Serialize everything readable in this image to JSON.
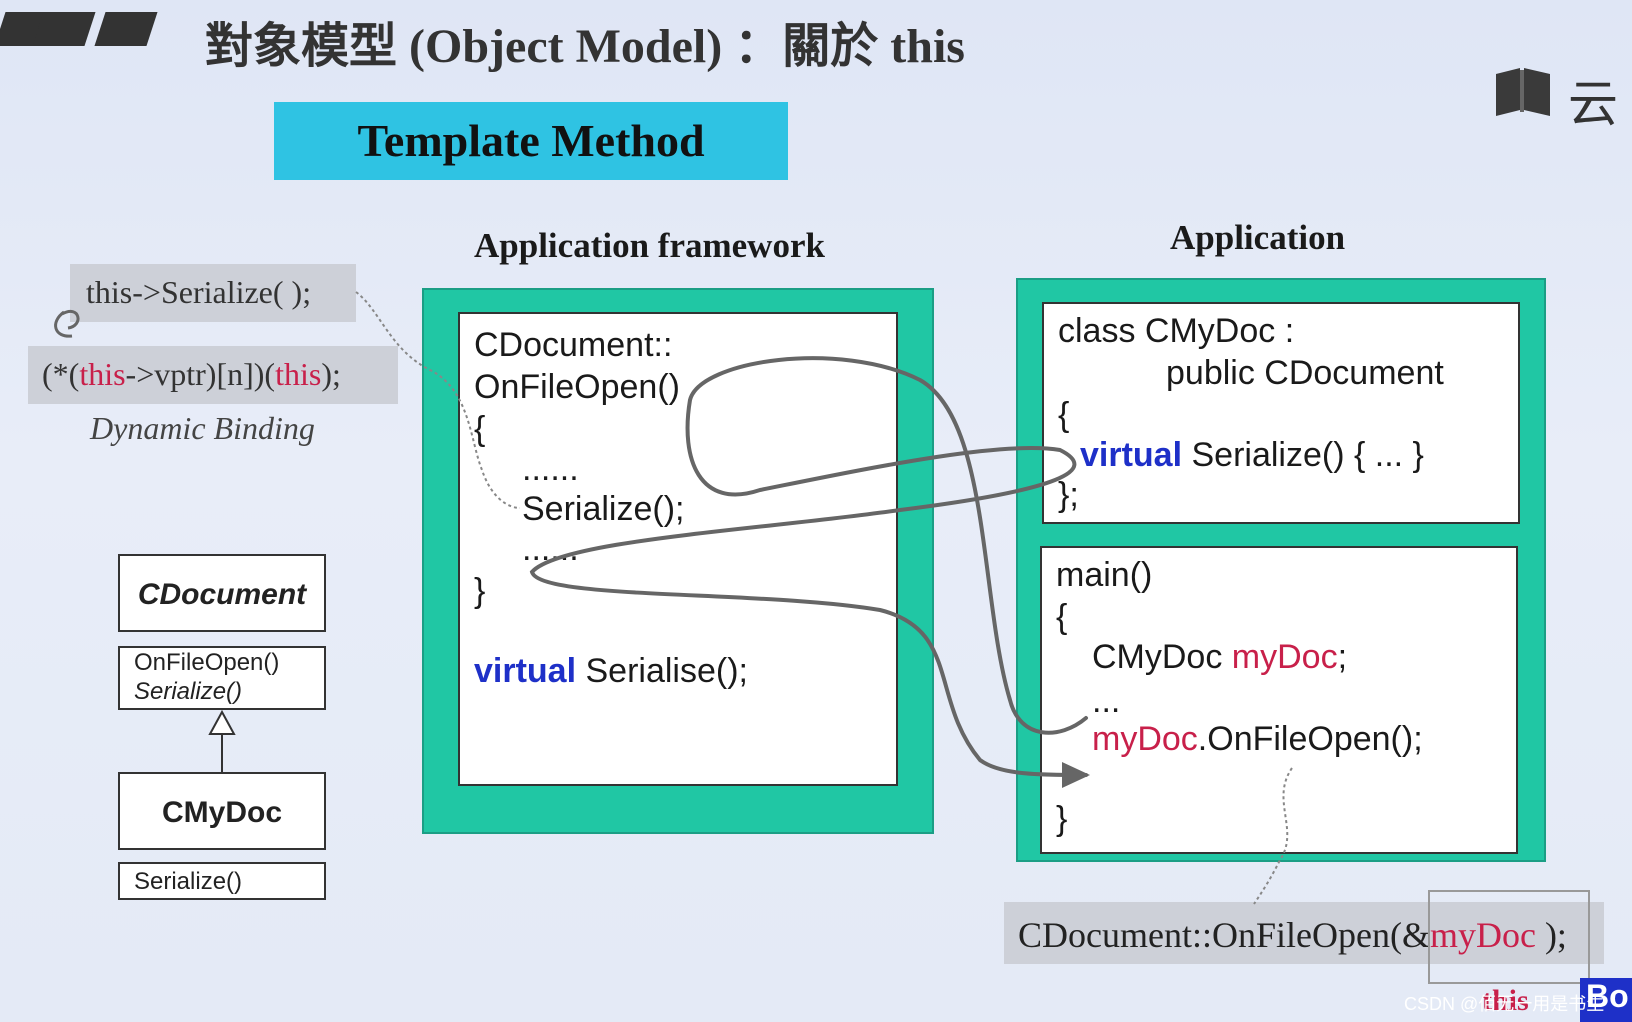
{
  "header": {
    "title_cjk": "對象模型",
    "title_latin": " (Object Model) ",
    "title_colon": "：",
    "title_cjk2": "關於",
    "title_this": " this",
    "logo_text": "云"
  },
  "banner": {
    "label": "Template Method"
  },
  "framework": {
    "heading": "Application framework",
    "lines": [
      "CDocument::",
      "OnFileOpen()",
      "{",
      "......",
      "Serialize();",
      "......",
      "}"
    ],
    "virtual_keyword": "virtual",
    "virtual_decl": " Serialise();"
  },
  "application": {
    "heading": "Application",
    "class_box": {
      "line1": "class CMyDoc :",
      "line2": "public CDocument",
      "open": "{",
      "virtual_keyword": "virtual",
      "virtual_rest": " Serialize() { ... }",
      "close": "};"
    },
    "main_box": {
      "line1": "main()",
      "open": "{",
      "decl_type": "CMyDoc ",
      "decl_var": "myDoc",
      "decl_end": ";",
      "ellipsis": "...",
      "call_obj": "myDoc",
      "call_rest": ".OnFileOpen();",
      "close": "}"
    }
  },
  "annotations": {
    "snippet1": "this->Serialize( );",
    "snippet2_a": "(*(",
    "snippet2_this1": "this",
    "snippet2_b": "->vptr)[n])(",
    "snippet2_this2": "this",
    "snippet2_c": ");",
    "dynamic_binding": "Dynamic Binding",
    "bottom_call_a": "CDocument::OnFileOpen(&",
    "bottom_call_var": "myDoc",
    "bottom_call_b": " );"
  },
  "uml": {
    "base_name": "CDocument",
    "base_op1": "OnFileOpen()",
    "base_op2": "Serialize()",
    "derived_name": "CMyDoc",
    "derived_op1": "Serialize()"
  },
  "footer": {
    "watermark": "CSDN @佰无一用是书生",
    "tag_this": "this",
    "tag_bo": "Bo"
  },
  "colors": {
    "banner": "#2fc3e3",
    "frame_green": "#20c7a4",
    "keyword_blue": "#1e30c8",
    "highlight_red": "#c8204a"
  }
}
